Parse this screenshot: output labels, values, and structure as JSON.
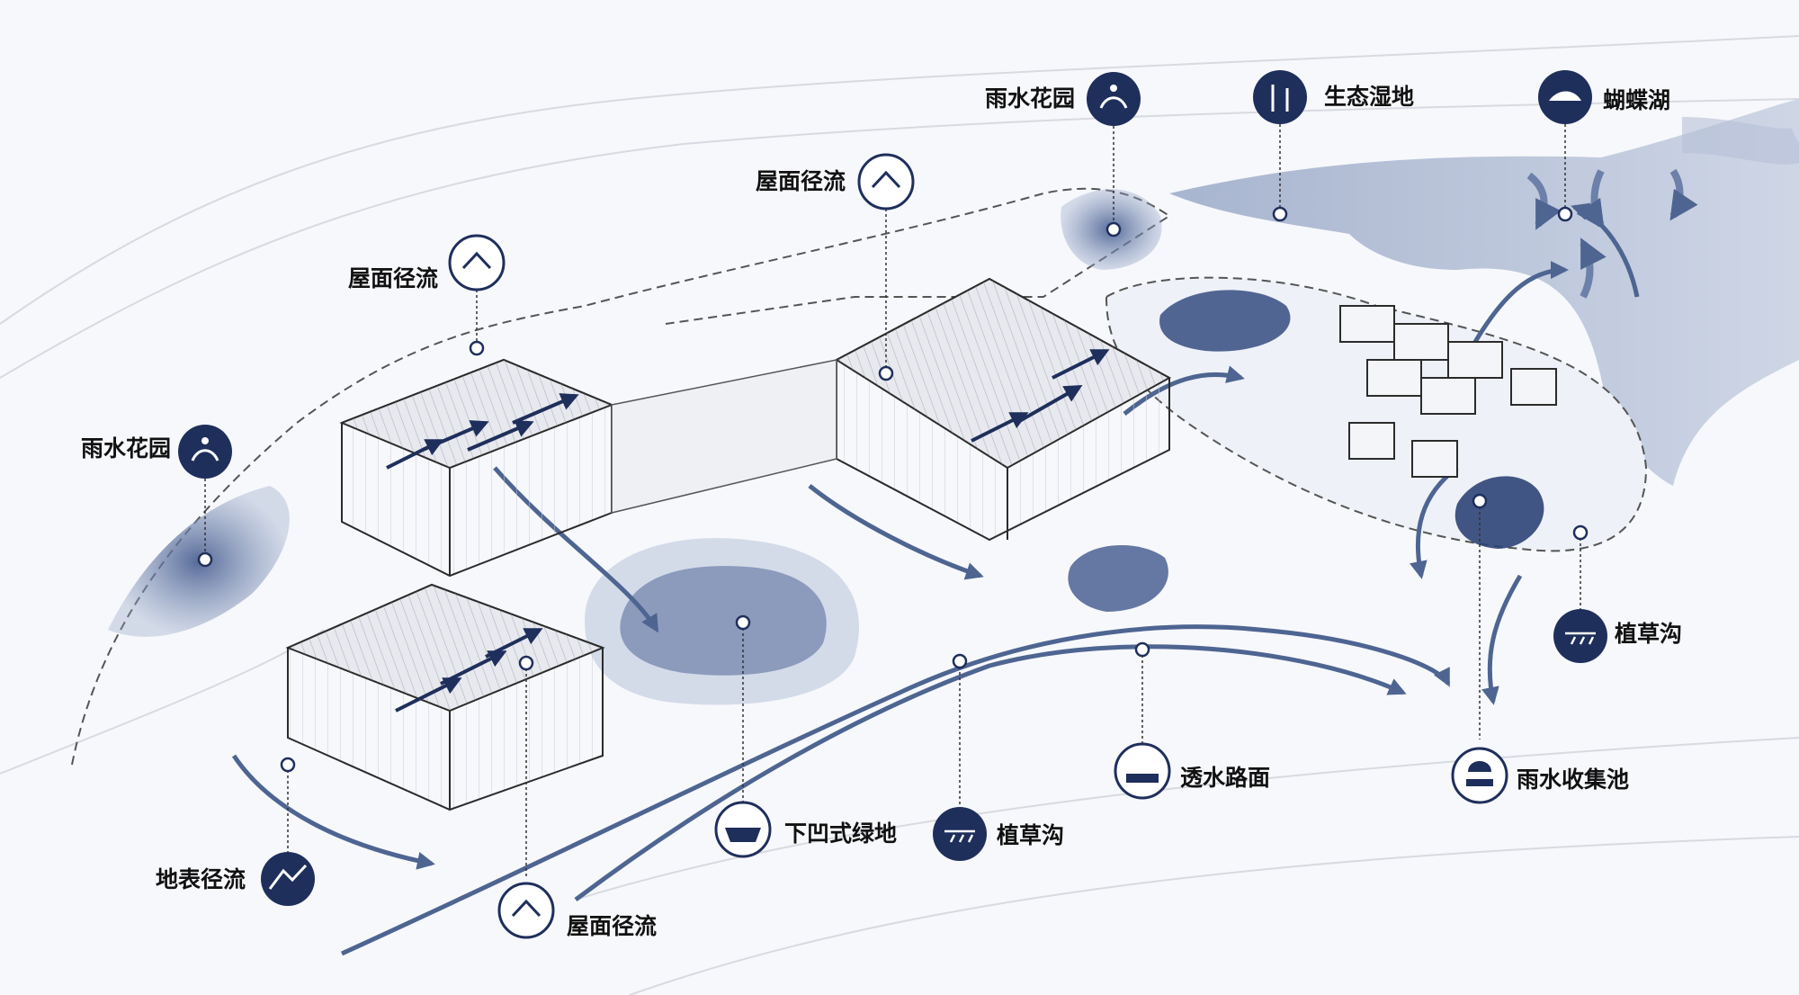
{
  "colors": {
    "navy": "#1f2f5c",
    "water": "#5a6f9c",
    "water_light": "#b7c3db",
    "ground": "#f7f8fb",
    "building_line": "#2b2b2b"
  },
  "callouts": [
    {
      "id": "rain-garden-north",
      "label": "雨水花园",
      "icon": "rain-garden-icon"
    },
    {
      "id": "wetland",
      "label": "生态湿地",
      "icon": "wetland-icon"
    },
    {
      "id": "butterfly-lake",
      "label": "蝴蝶湖",
      "icon": "lake-icon"
    },
    {
      "id": "roof-runoff-north",
      "label": "屋面径流",
      "icon": "roof-runoff-icon"
    },
    {
      "id": "roof-runoff-west",
      "label": "屋面径流",
      "icon": "roof-runoff-icon"
    },
    {
      "id": "rain-garden-west",
      "label": "雨水花园",
      "icon": "rain-garden-icon"
    },
    {
      "id": "swale-east",
      "label": "植草沟",
      "icon": "swale-icon"
    },
    {
      "id": "permeable-paving",
      "label": "透水路面",
      "icon": "permeable-paving-icon"
    },
    {
      "id": "rain-tank",
      "label": "雨水收集池",
      "icon": "rain-tank-icon"
    },
    {
      "id": "sunken-green",
      "label": "下凹式绿地",
      "icon": "sunken-green-icon"
    },
    {
      "id": "swale-south",
      "label": "植草沟",
      "icon": "swale-icon"
    },
    {
      "id": "surface-runoff",
      "label": "地表径流",
      "icon": "surface-runoff-icon"
    },
    {
      "id": "roof-runoff-south",
      "label": "屋面径流",
      "icon": "roof-runoff-icon"
    }
  ]
}
